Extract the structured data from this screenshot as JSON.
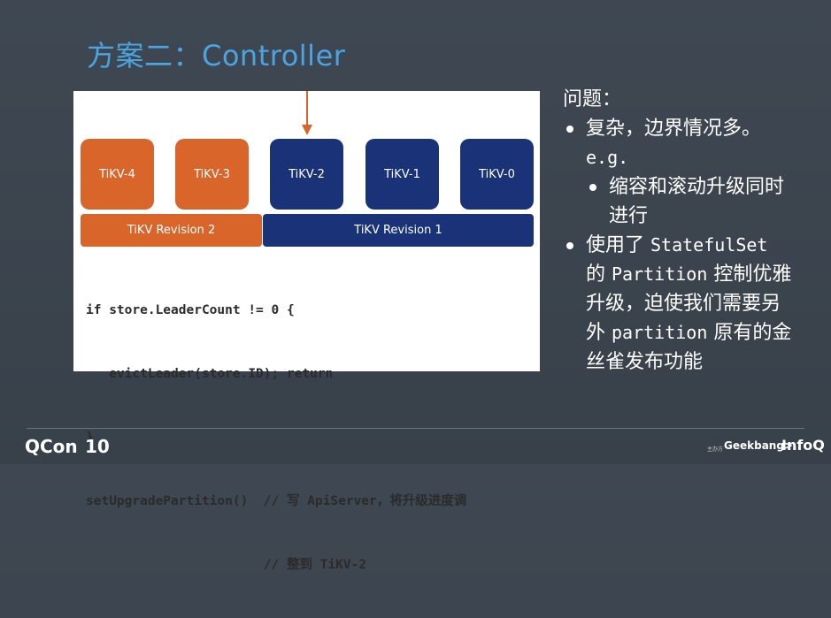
{
  "slide": {
    "title": "方案二：Controller",
    "diagram": {
      "nodes": [
        {
          "label": "TiKV-4",
          "color": "#d9652a"
        },
        {
          "label": "TiKV-3",
          "color": "#d9652a"
        },
        {
          "label": "TiKV-2",
          "color": "#1a3277"
        },
        {
          "label": "TiKV-1",
          "color": "#1a3277"
        },
        {
          "label": "TiKV-0",
          "color": "#1a3277"
        }
      ],
      "revisions": [
        {
          "label": "TiKV Revision 2",
          "color": "#d9652a"
        },
        {
          "label": "TiKV Revision 1",
          "color": "#1a3277"
        }
      ],
      "arrow_color": "#d9652a",
      "code": [
        "if store.LeaderCount != 0 {",
        "   evictLeader(store.ID); return",
        "}",
        "setUpgradePartition()  // 写 ApiServer，将升级进度调",
        "                       // 整到 TiKV-2"
      ]
    },
    "notes": {
      "heading": "问题：",
      "b1": "复杂，边界情况多。",
      "b1_cont": "e.g.",
      "sub1_line1": "缩容和滚动升级同时",
      "sub1_line2": "进行",
      "b2_p1": "使用了 ",
      "b2_m1": "StatefulSet",
      "b2_p2": "的 ",
      "b2_m2": "Partition",
      "b2_p3": " 控制优雅",
      "b2_l3": "升级，迫使我们需要另",
      "b2_p4": "外 ",
      "b2_m3": "partition",
      "b2_p5": " 原有的金",
      "b2_l5": "丝雀发布功能"
    }
  },
  "footer": {
    "qcon": "QCon",
    "ten": "10",
    "organizer": "主办方",
    "geekbang": "Geekbang>.",
    "infoq": "InfoQ"
  }
}
